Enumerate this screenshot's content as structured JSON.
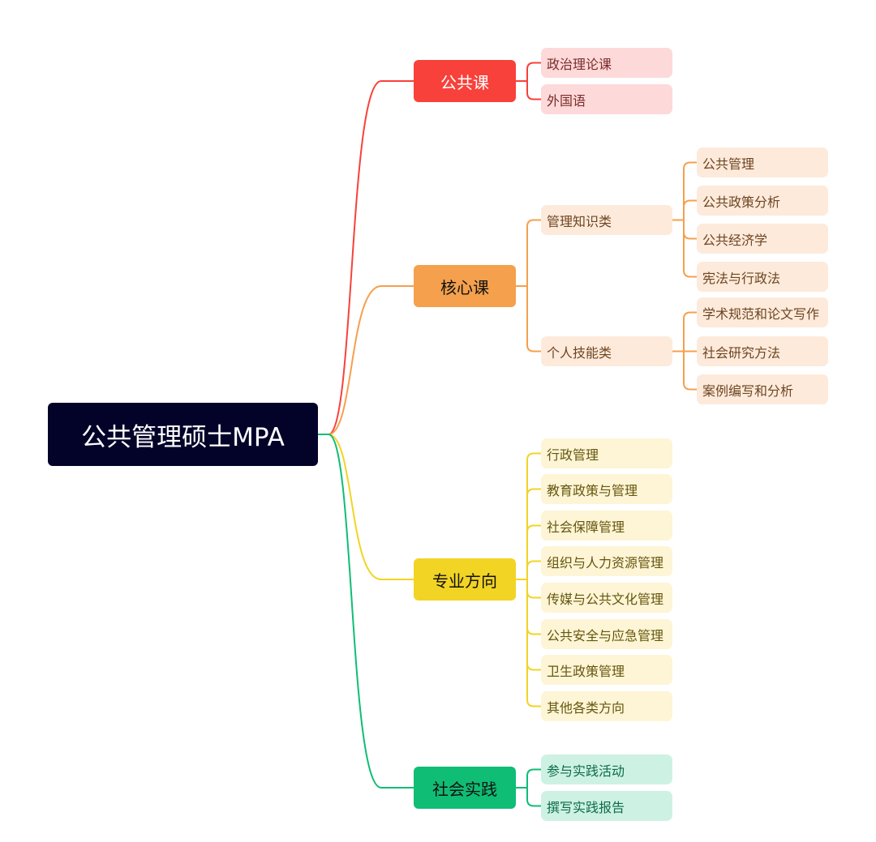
{
  "root": {
    "label": "公共管理硕士MPA"
  },
  "colors": {
    "root_bg": "#03032a",
    "public": "#f8413a",
    "core": "#f4a04d",
    "major": "#f2d424",
    "practice": "#0fbd75"
  },
  "branches": {
    "public": {
      "label": "公共课",
      "children": [
        "政治理论课",
        "外国语"
      ]
    },
    "core": {
      "label": "核心课",
      "groups": [
        {
          "label": "管理知识类",
          "children": [
            "公共管理",
            "公共政策分析",
            "公共经济学",
            "宪法与行政法"
          ]
        },
        {
          "label": "个人技能类",
          "children": [
            "学术规范和论文写作",
            "社会研究方法",
            "案例编写和分析"
          ]
        }
      ]
    },
    "major": {
      "label": "专业方向",
      "children": [
        "行政管理",
        "教育政策与管理",
        "社会保障管理",
        "组织与人力资源管理",
        "传媒与公共文化管理",
        "公共安全与应急管理",
        "卫生政策管理",
        "其他各类方向"
      ]
    },
    "practice": {
      "label": "社会实践",
      "children": [
        "参与实践活动",
        "撰写实践报告"
      ]
    }
  }
}
